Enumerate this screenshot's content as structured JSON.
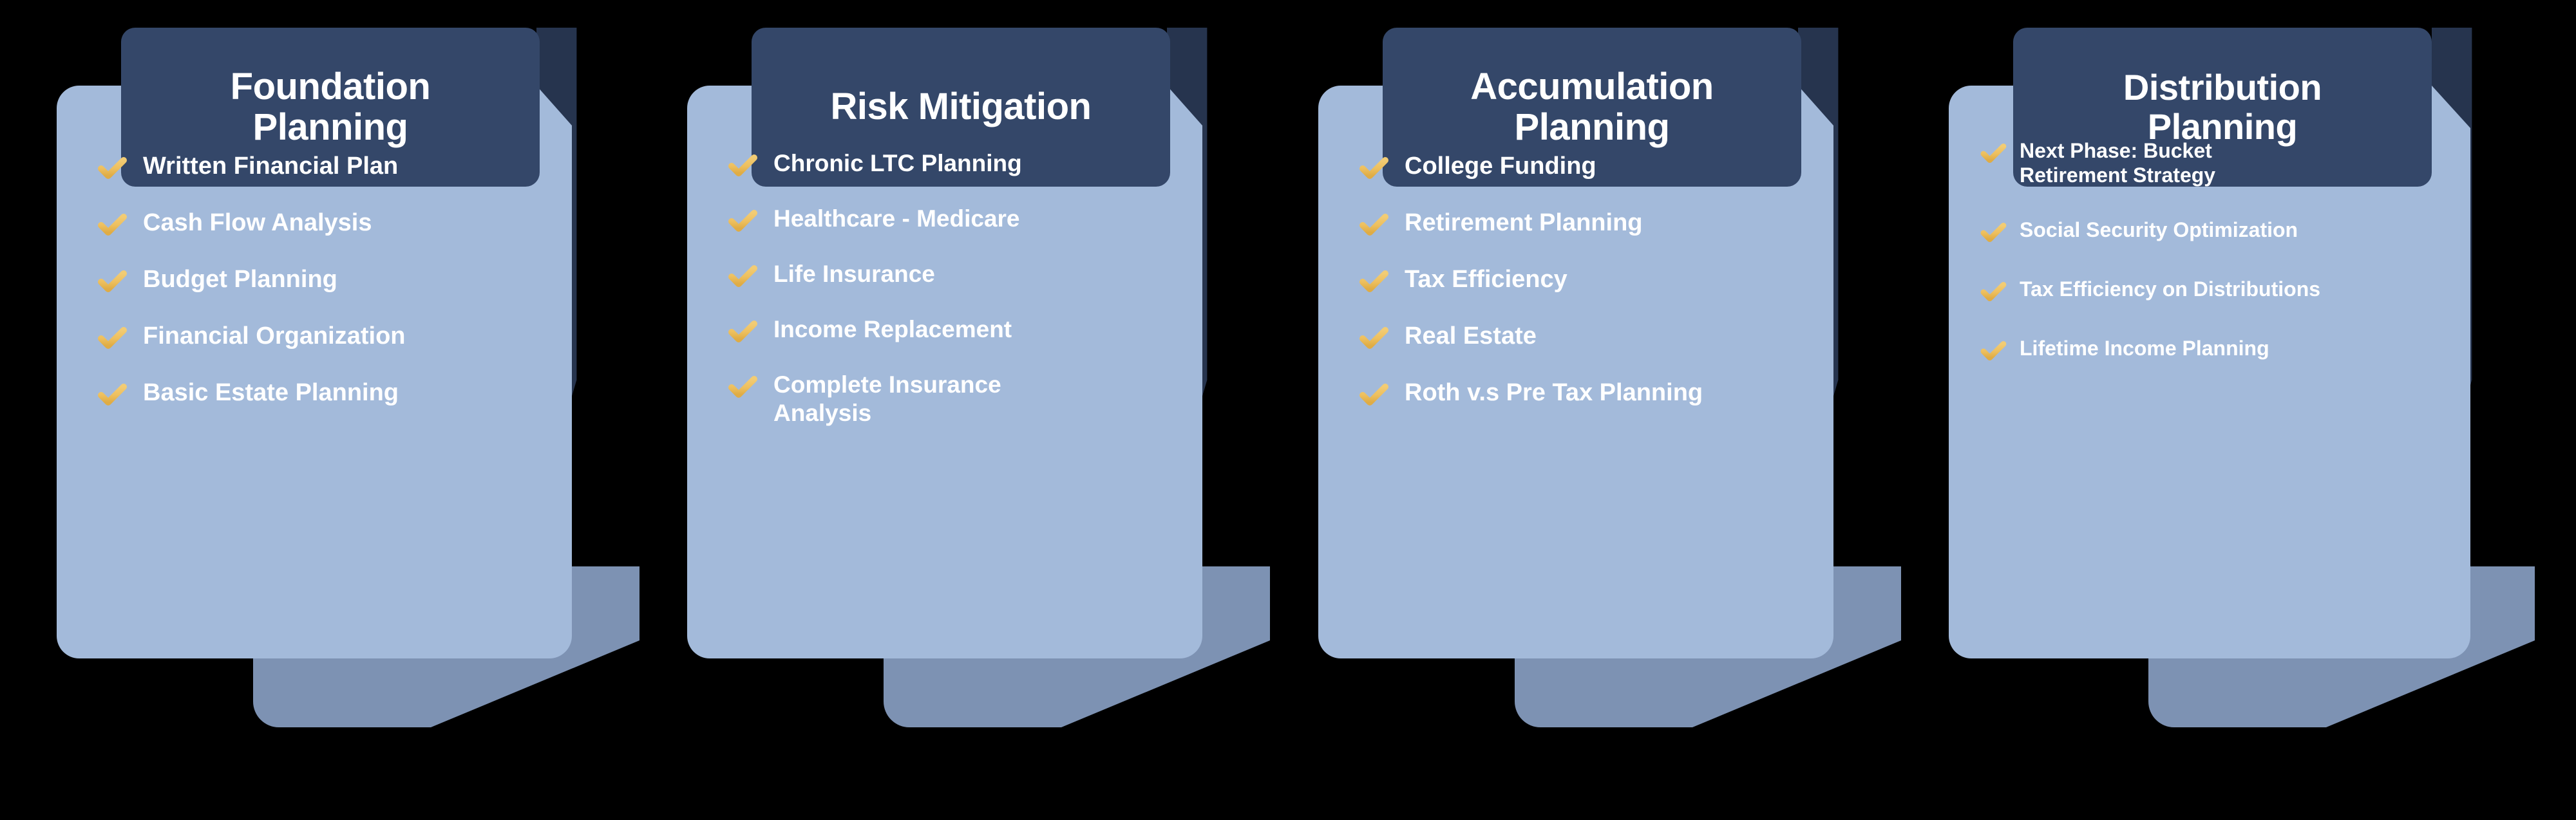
{
  "page": {
    "background_color": "#000000",
    "card_body_color": "#A3BADA",
    "card_header_color": "#344769",
    "card_fold_color": "#26344E",
    "card_tail_color": "#7D92B3",
    "check_color": "#EDBF5E",
    "text_color": "#FFFFFF"
  },
  "cards": [
    {
      "title": "Foundation\nPlanning",
      "icon": "check-icon",
      "items": [
        "Written Financial Plan",
        "Cash Flow Analysis",
        "Budget Planning",
        "Financial Organization",
        "Basic Estate Planning"
      ]
    },
    {
      "title": "Risk Mitigation",
      "icon": "check-icon",
      "items": [
        "Chronic LTC Planning",
        "Healthcare - Medicare",
        "Life Insurance",
        "Income Replacement",
        "Complete Insurance\nAnalysis"
      ]
    },
    {
      "title": "Accumulation\nPlanning",
      "icon": "check-icon",
      "items": [
        "College Funding",
        "Retirement Planning",
        "Tax Efficiency",
        " Real Estate",
        "Roth v.s Pre Tax Planning"
      ]
    },
    {
      "title": "Distribution\nPlanning",
      "icon": "check-icon",
      "items": [
        "Next Phase: Bucket\nRetirement Strategy",
        "Social Security Optimization",
        "Tax Efficiency on Distributions",
        "Lifetime Income Planning"
      ]
    }
  ]
}
